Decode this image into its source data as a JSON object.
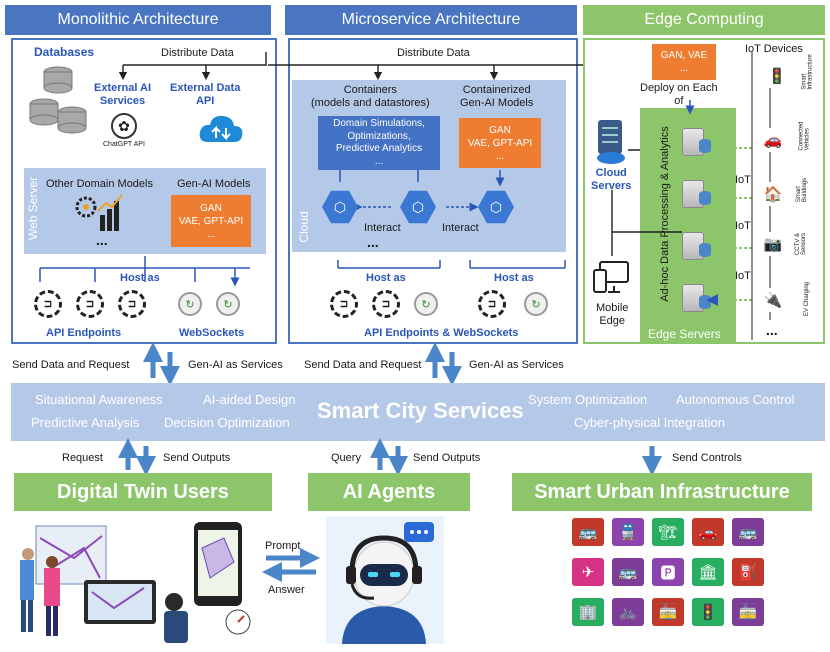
{
  "monolithic": {
    "title": "Monolithic Architecture",
    "databases": "Databases",
    "distribute": "Distribute Data",
    "external_ai": "External AI\nServices",
    "chatgpt": "ChatGPT API",
    "external_api": "External Data\nAPI",
    "web_server": "Web Server",
    "other_models": "Other Domain Models",
    "genai_models": "Gen-AI Models",
    "genai_box": "GAN\nVAE, GPT-API\n...",
    "ellipsis": "...",
    "host_as": "Host as",
    "api_endpoints": "API Endpoints",
    "websockets": "WebSockets"
  },
  "microservice": {
    "title": "Microservice Architecture",
    "distribute": "Distribute Data",
    "containers": "Containers\n(models and datastores)",
    "containerized": "Containerized\nGen-AI Models",
    "domain_box": "Domain Simulations,\nOptimizations,\nPredictive Analytics\n...",
    "genai_box": "GAN\nVAE, GPT-API\n...",
    "cloud": "Cloud",
    "interact1": "Interact",
    "interact2": "Interact",
    "ellipsis": "...",
    "host_as_1": "Host as",
    "host_as_2": "Host as",
    "api_ws": "API Endpoints & WebSockets"
  },
  "edge": {
    "title": "Edge Computing",
    "gan_box": "GAN, VAE\n...",
    "deploy": "Deploy on Each\nof",
    "iot_devices": "IoT Devices",
    "cloud_servers": "Cloud\nServers",
    "adhoc": "Ad-hoc Data Processing & Analytics",
    "mobile_edge": "Mobile\nEdge",
    "edge_servers": "Edge Servers",
    "iot": "IoT",
    "device_labels": [
      "Smart\nInfrastructure",
      "Connected\nVehicles",
      "Smart\nBuildings",
      "CCTV &\nSensors",
      "EV Charging"
    ],
    "ellipsis": "..."
  },
  "links": {
    "send_req_1": "Send Data and Request",
    "genai_services_1": "Gen-AI as Services",
    "send_req_2": "Send Data and Request",
    "genai_services_2": "Gen-AI as Services"
  },
  "services": {
    "title": "Smart City Services",
    "situational": "Situational Awareness",
    "ai_design": "AI-aided Design",
    "predictive": "Predictive Analysis",
    "decision": "Decision Optimization",
    "system_opt": "System Optimization",
    "autonomous": "Autonomous Control",
    "cyber": "Cyber-physical Integration"
  },
  "bottom": {
    "request": "Request",
    "send_outputs_1": "Send Outputs",
    "query": "Query",
    "send_outputs_2": "Send Outputs",
    "send_controls": "Send Controls",
    "dt_users": "Digital Twin Users",
    "ai_agents": "AI Agents",
    "infra": "Smart Urban Infrastructure",
    "prompt": "Prompt",
    "answer": "Answer"
  },
  "colors": {
    "header_blue": "#4a76c1",
    "services_bg": "#b4c8e8",
    "green": "#8dc56b",
    "orange": "#ee7d31"
  },
  "tile_colors": [
    "#c0392b",
    "#8e44ad",
    "#27ae60",
    "#c0392b",
    "#7d3c98",
    "#d63384",
    "#7d3c98",
    "#8e44ad",
    "#27ae60",
    "#c0392b",
    "#27ae60",
    "#7d3c98",
    "#c0392b",
    "#27ae60",
    "#7d3c98"
  ]
}
